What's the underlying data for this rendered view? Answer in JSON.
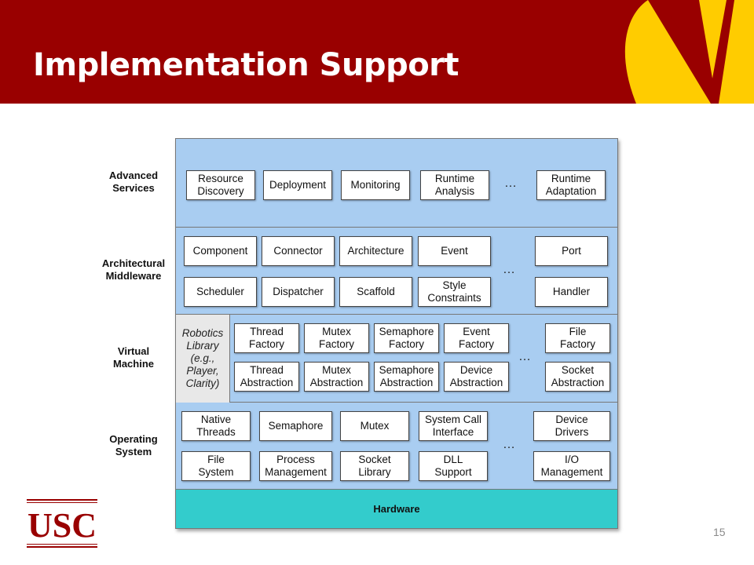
{
  "slide": {
    "title": "Implementation Support",
    "page_number": "15",
    "logo_text": "USC",
    "colors": {
      "header": "#990000",
      "accent_gold": "#ffcc00",
      "layer_blue": "#a9cdf1",
      "hardware": "#33cccc"
    }
  },
  "labels": {
    "advanced": "Advanced\nServices",
    "middleware": "Architectural\nMiddleware",
    "vm": "Virtual\nMachine",
    "os": "Operating\nSystem"
  },
  "advanced": {
    "b1": "Resource\nDiscovery",
    "b2": "Deployment",
    "b3": "Monitoring",
    "b4": "Runtime\nAnalysis",
    "b5": "Runtime\nAdaptation",
    "dots": "…"
  },
  "middleware": {
    "b1": "Component",
    "b2": "Connector",
    "b3": "Architecture",
    "b4": "Event",
    "b5": "Port",
    "b6": "Scheduler",
    "b7": "Dispatcher",
    "b8": "Scaffold",
    "b9": "Style\nConstraints",
    "b10": "Handler",
    "dots": "…"
  },
  "vm": {
    "robotics": "Robotics\nLibrary\n(e.g.,\nPlayer,\nClarity)",
    "b1": "Thread\nFactory",
    "b2": "Mutex\nFactory",
    "b3": "Semaphore\nFactory",
    "b4": "Event\nFactory",
    "b5": "File\nFactory",
    "b6": "Thread\nAbstraction",
    "b7": "Mutex\nAbstraction",
    "b8": "Semaphore\nAbstraction",
    "b9": "Device\nAbstraction",
    "b10": "Socket\nAbstraction",
    "dots": "…"
  },
  "os": {
    "b1": "Native\nThreads",
    "b2": "Semaphore",
    "b3": "Mutex",
    "b4": "System Call\nInterface",
    "b5": "Device\nDrivers",
    "b6": "File\nSystem",
    "b7": "Process\nManagement",
    "b8": "Socket\nLibrary",
    "b9": "DLL\nSupport",
    "b10": "I/O\nManagement",
    "dots": "…"
  },
  "hardware": "Hardware"
}
